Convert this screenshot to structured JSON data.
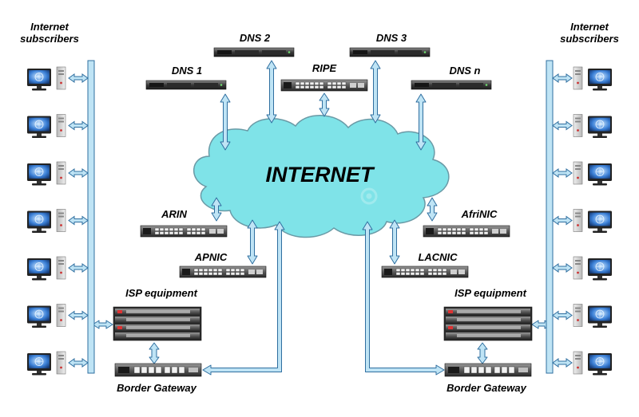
{
  "title": "",
  "labels": {
    "subscribers_left": [
      "Internet",
      "subscribers"
    ],
    "subscribers_right": [
      "Internet",
      "subscribers"
    ],
    "dns1": "DNS 1",
    "dns2": "DNS 2",
    "dns3": "DNS 3",
    "dnsn": "DNS n",
    "ripe": "RIPE",
    "internet": "INTERNET",
    "arin": "ARIN",
    "afrinic": "AfriNIC",
    "apnic": "APNIC",
    "lacnic": "LACNIC",
    "isp_left": "ISP equipment",
    "isp_right": "ISP equipment",
    "border_left": "Border Gateway",
    "border_right": "Border Gateway"
  },
  "colors": {
    "cloud": "#7fe3e8",
    "arrow": "#bfe4f5",
    "arrow_stroke": "#2f6fa0",
    "device": "#404040",
    "monitor_screen": "#3a7fd6"
  },
  "icons": {
    "server": "rack-server-icon",
    "switch": "network-switch-icon",
    "router": "router-icon",
    "computer": "desktop-computer-icon",
    "cloud": "cloud-icon"
  },
  "subscriber_count_per_side": 7
}
